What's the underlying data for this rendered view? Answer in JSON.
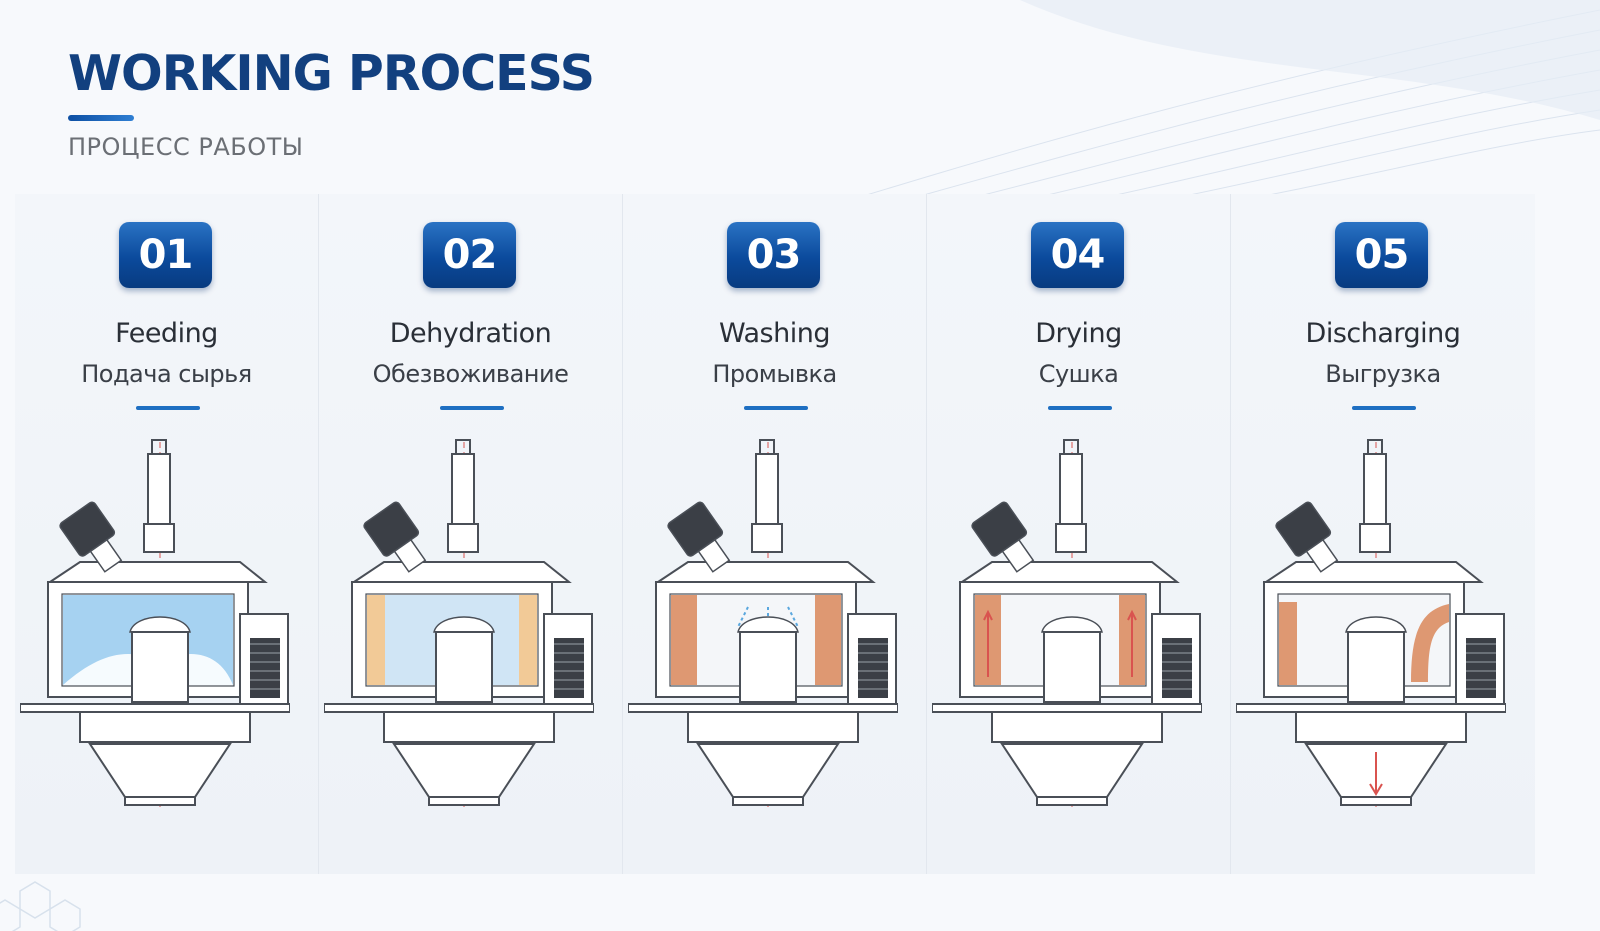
{
  "header": {
    "title": "WORKING PROCESS",
    "subtitle": "ПРОЦЕСС РАБОТЫ"
  },
  "colors": {
    "title": "#12407f",
    "badge": "#0b4a9c",
    "accent_line": "#1e6fc2",
    "fill_liquid": "#8cc6ee",
    "fill_material": "#d9875a"
  },
  "steps": [
    {
      "number": "01",
      "name_en": "Feeding",
      "name_ru": "Подача сырья",
      "state": "feeding"
    },
    {
      "number": "02",
      "name_en": "Dehydration",
      "name_ru": "Обезвоживание",
      "state": "dehydration"
    },
    {
      "number": "03",
      "name_en": "Washing",
      "name_ru": "Промывка",
      "state": "washing"
    },
    {
      "number": "04",
      "name_en": "Drying",
      "name_ru": "Сушка",
      "state": "drying"
    },
    {
      "number": "05",
      "name_en": "Discharging",
      "name_ru": "Выгрузка",
      "state": "discharging"
    }
  ]
}
